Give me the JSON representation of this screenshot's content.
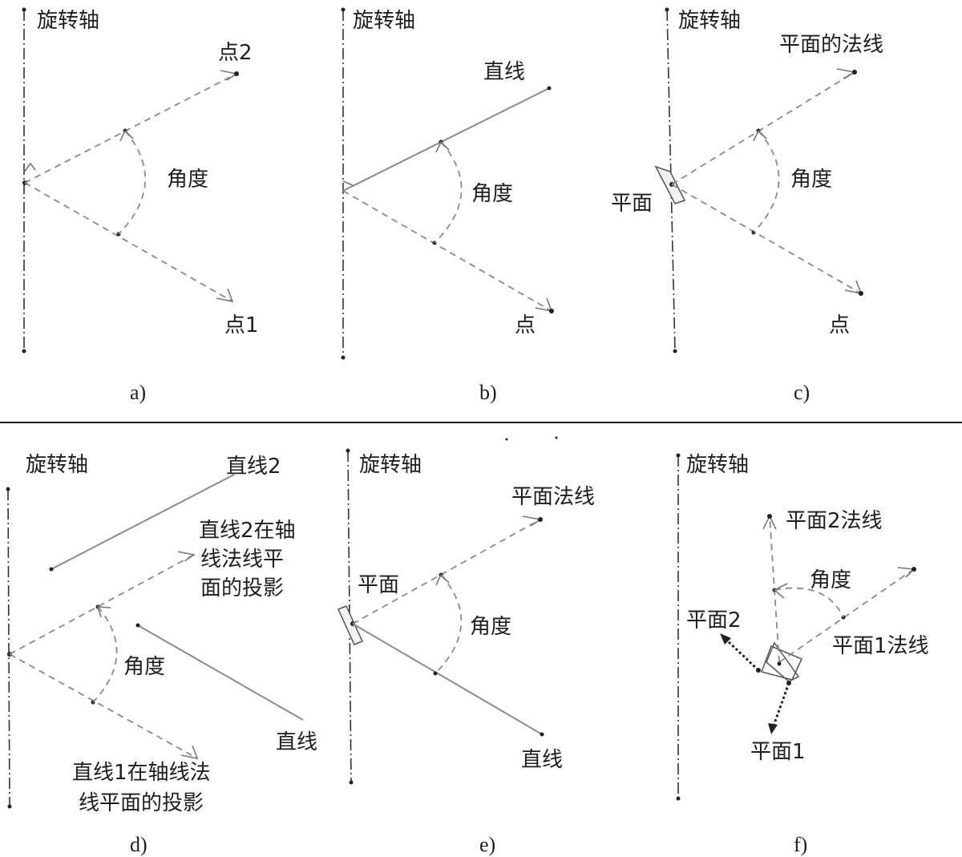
{
  "panels": {
    "a": {
      "caption": "a)",
      "axis_label": "旋转轴",
      "point2": "点2",
      "angle": "角度",
      "point1": "点1"
    },
    "b": {
      "caption": "b)",
      "axis_label": "旋转轴",
      "line": "直线",
      "angle": "角度",
      "point": "点"
    },
    "c": {
      "caption": "c)",
      "axis_label": "旋转轴",
      "normal": "平面的法线",
      "angle": "角度",
      "plane": "平面",
      "point": "点"
    },
    "d": {
      "caption": "d)",
      "axis_label": "旋转轴",
      "line2": "直线2",
      "proj2_l1": "直线2在轴",
      "proj2_l2": "线法线平",
      "proj2_l3": "面的投影",
      "angle": "角度",
      "line": "直线",
      "proj1_l1": "直线1在轴线法",
      "proj1_l2": "线平面的投影"
    },
    "e": {
      "caption": "e)",
      "axis_label": "旋转轴",
      "normal": "平面法线",
      "plane": "平面",
      "angle": "角度",
      "line": "直线"
    },
    "f": {
      "caption": "f)",
      "axis_label": "旋转轴",
      "normal2": "平面2法线",
      "angle": "角度",
      "plane2": "平面2",
      "normal1": "平面1法线",
      "plane1": "平面1"
    }
  }
}
